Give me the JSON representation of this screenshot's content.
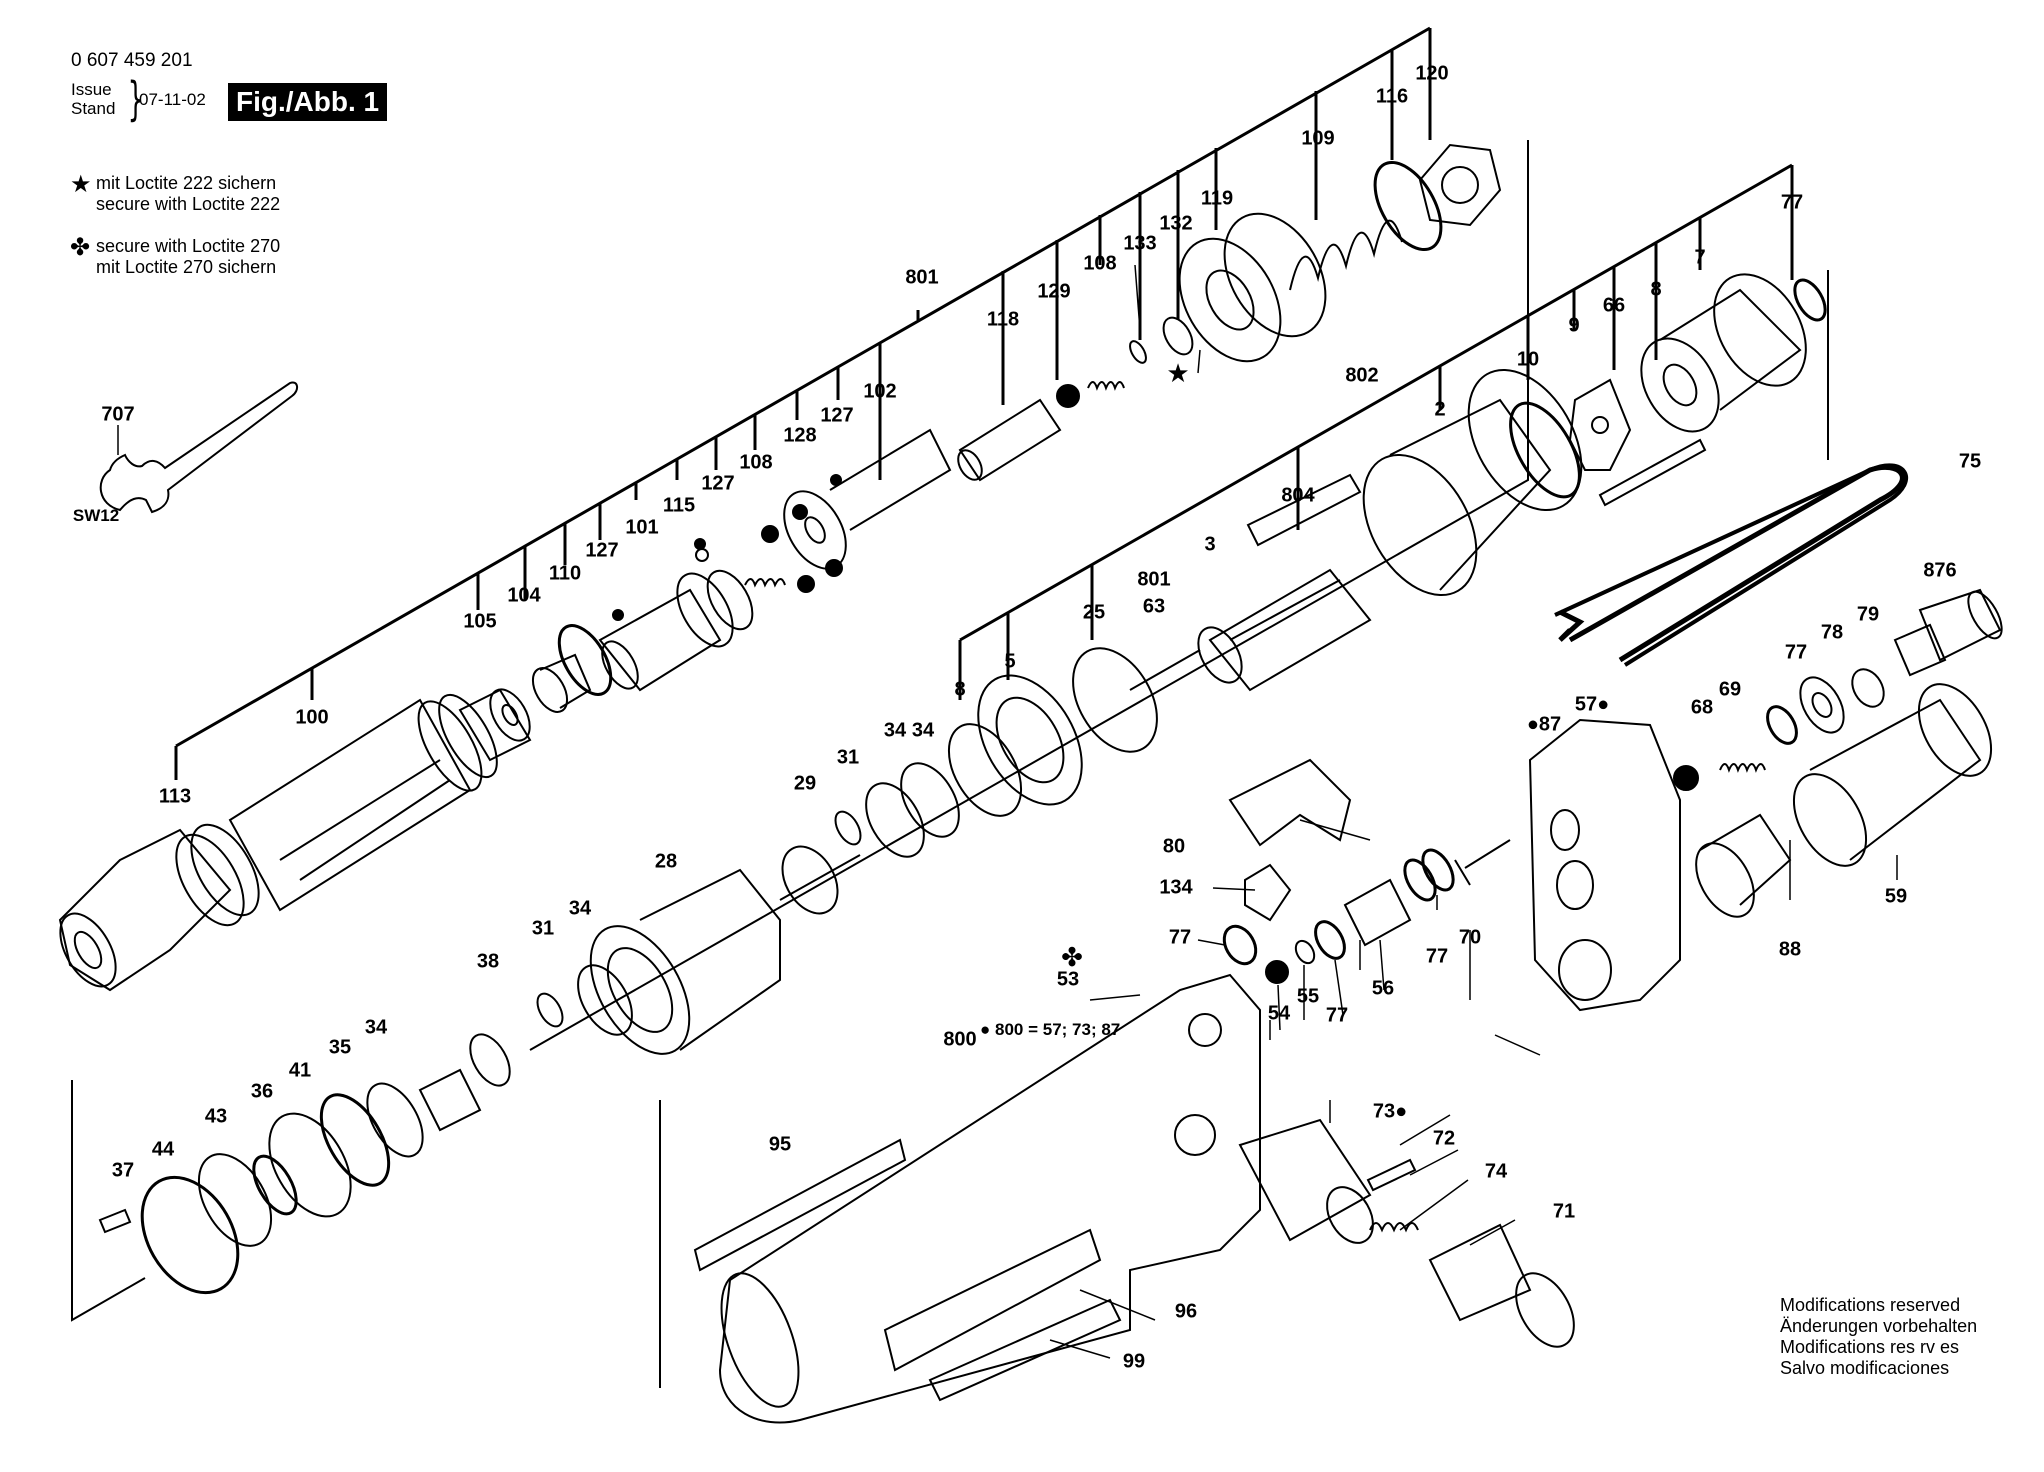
{
  "header": {
    "doc_number": "0 607 459 201",
    "issue_line1": "Issue",
    "issue_line2": "Stand",
    "date": "07-11-02",
    "figure": "Fig./Abb. 1"
  },
  "legend": {
    "star_symbol": "★",
    "star_line1": "mit Loctite 222 sichern",
    "star_line2": "secure with Loctite 222",
    "clover_symbol": "✤",
    "clover_line1": "secure with Loctite 270",
    "clover_line2": "mit Loctite 270 sichern"
  },
  "modifications": {
    "line1": "Modifications reserved",
    "line2": "Änderungen vorbehalten",
    "line3": "Modifications res rv es",
    "line4": "Salvo modificaciones"
  },
  "assembly_note": "800 = 57; 73; 87",
  "callouts": {
    "c707": "707",
    "sw12": "SW12",
    "c120": "120",
    "c116": "116",
    "c109": "109",
    "c119": "119",
    "c132": "132",
    "c133": "133",
    "c108a": "108",
    "c129": "129",
    "c118": "118",
    "c801a": "801",
    "c102": "102",
    "c127a": "127",
    "c128": "128",
    "c108b": "108",
    "c127b": "127",
    "c115": "115",
    "c101": "101",
    "c127c": "127",
    "c110": "110",
    "c104": "104",
    "c105": "105",
    "c100": "100",
    "c113": "113",
    "c77a": "77",
    "c7": "7",
    "c8a": "8",
    "c66": "66",
    "c9": "9",
    "c10": "10",
    "c802": "802",
    "c2": "2",
    "c804": "804",
    "c3": "3",
    "c801b": "801",
    "c63": "63",
    "c25": "25",
    "c5": "5",
    "c8b": "8",
    "c34a": "34",
    "c34b": "34",
    "c31a": "31",
    "c29": "29",
    "c28": "28",
    "c75": "75",
    "c876": "876",
    "c79": "79",
    "c78": "78",
    "c77b": "77",
    "c69": "69",
    "c68": "68",
    "c57": "57",
    "c87": "87",
    "c59": "59",
    "c88": "88",
    "c80": "80",
    "c134": "134",
    "c77c": "77",
    "c70": "70",
    "c77d": "77",
    "c77e": "77",
    "c56": "56",
    "c55": "55",
    "c54": "54",
    "c53": "53",
    "c38": "38",
    "c31b": "31",
    "c34c": "34",
    "c35": "35",
    "c34d": "34",
    "c41": "41",
    "c36": "36",
    "c43": "43",
    "c44": "44",
    "c37": "37",
    "c800": "800",
    "c95": "95",
    "c73": "73",
    "c72": "72",
    "c74": "74",
    "c71": "71",
    "c96": "96",
    "c99": "99"
  }
}
